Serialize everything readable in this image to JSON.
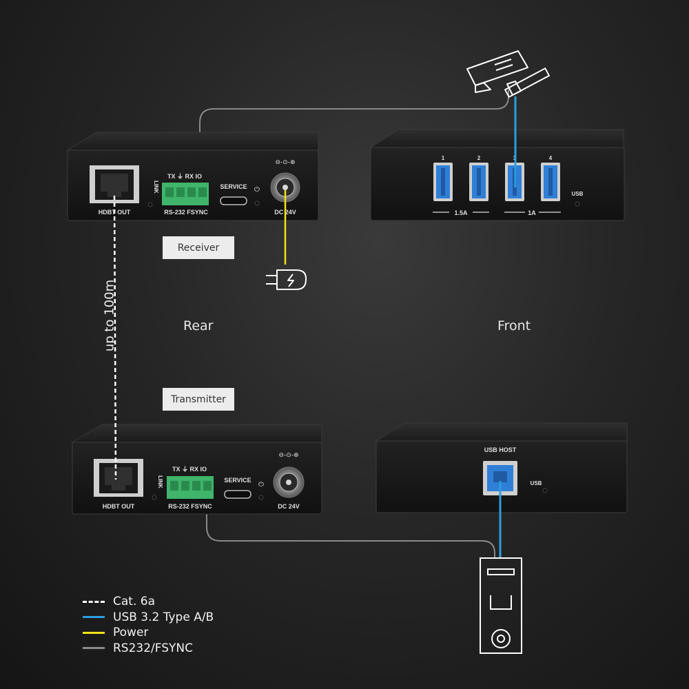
{
  "labels": {
    "receiver": "Receiver",
    "transmitter": "Transmitter",
    "rear": "Rear",
    "front": "Front",
    "distance": "up to 100m"
  },
  "devices": {
    "receiver_rear": {
      "port_hdbt": "HDBT OUT",
      "link": "LINK",
      "term_top": "TX ⏚ RX IO",
      "term_bottom": "RS-232 FSYNC",
      "service": "SERVICE",
      "power": "⏻",
      "dc": "DC 24V",
      "dc_symbol": "⊖-⊙-⊕"
    },
    "receiver_front": {
      "port_numbers": [
        "1",
        "2",
        "3",
        "4"
      ],
      "current_a": "1.5A",
      "current_b": "1A",
      "usb": "USB"
    },
    "transmitter_rear": {
      "port_hdbt": "HDBT OUT",
      "link": "LINK",
      "term_top": "TX ⏚ RX IO",
      "term_bottom": "RS-232 FSYNC",
      "service": "SERVICE",
      "power": "⏻",
      "dc": "DC 24V",
      "dc_symbol": "⊖-⊙-⊕"
    },
    "transmitter_front": {
      "usb_host": "USB HOST",
      "usb": "USB"
    }
  },
  "icons": {
    "camera": "security-camera-icon",
    "plug": "power-plug-icon",
    "computer": "computer-tower-icon"
  },
  "legend": [
    {
      "label": "Cat. 6a",
      "color": "#ffffff",
      "style": "dashed"
    },
    {
      "label": "USB 3.2 Type A/B",
      "color": "#2aa0e0",
      "style": "solid"
    },
    {
      "label": "Power",
      "color": "#f2e21a",
      "style": "solid"
    },
    {
      "label": "RS232/FSYNC",
      "color": "#8a8a8a",
      "style": "solid"
    }
  ],
  "colors": {
    "cable_cat6a": "#ffffff",
    "cable_usb": "#2aa0e0",
    "cable_power": "#f2e21a",
    "cable_rs232": "#8a8a8a",
    "terminal_green": "#3fb46a",
    "usb_blue": "#2f7fd6"
  }
}
